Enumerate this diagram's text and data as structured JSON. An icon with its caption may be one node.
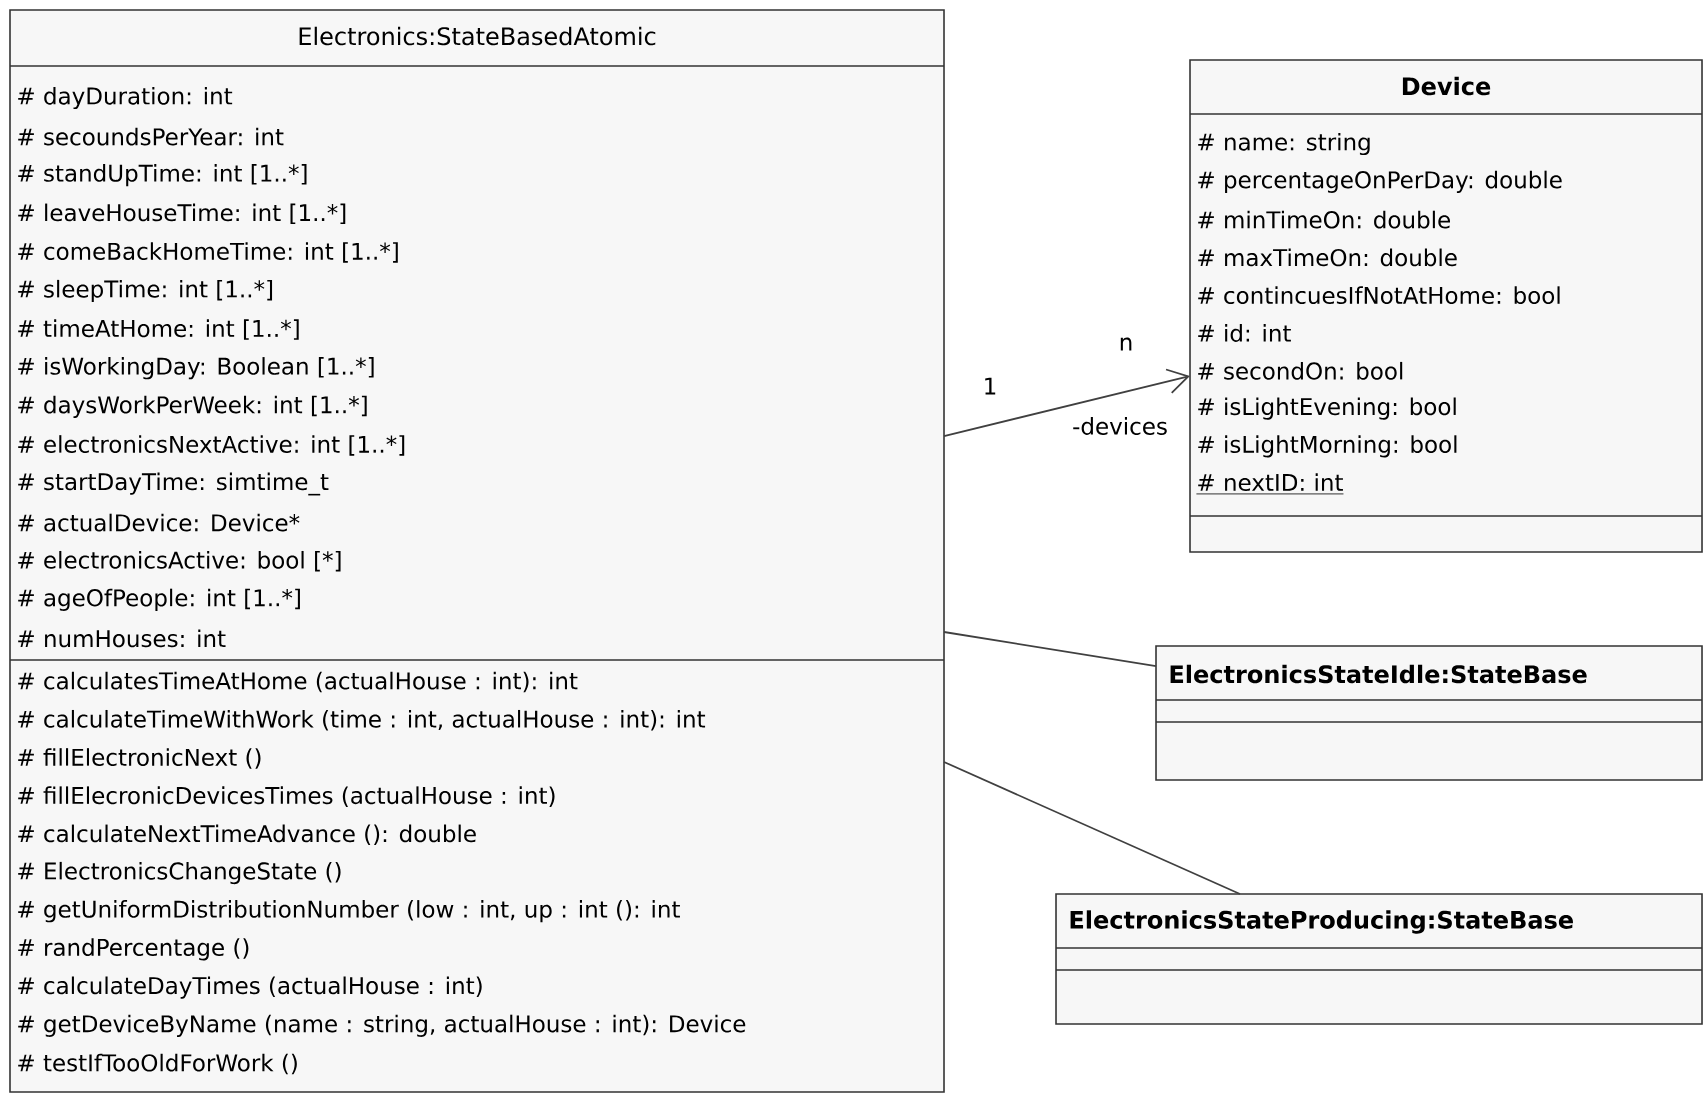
{
  "diagram": {
    "nodes": [
      {
        "text": [
          "Electronics:StateBasedAtomic",
          "# dayDuration: int",
          "# secoundsPerYear: int",
          "# standUpTime: int [1..*]",
          "# leaveHouseTime: int [1..*]",
          "# comeBackHomeTime: int [1..*]",
          "# sleepTime: int [1..*]",
          "# timeAtHome: int [1..*]",
          "# isWorkingDay: Boolean [1..*]",
          "# daysWorkPerWeek: int [1..*]",
          "# electronicsNextActive: int [1..*]",
          "# startDayTime: simtime_t",
          "# actualDevice: Device*",
          "# electronicsActive: bool [*]",
          "# ageOfPeople: int [1..*]",
          "# numHouses: int",
          "# calculatesTimeAtHome (actualHouse : int): int",
          "# calculateTimeWithWork (time : int, actualHouse : int): int",
          "# fillElectronicNext ()",
          "# fillElecronicDevicesTimes (actualHouse : int)",
          "# calculateNextTimeAdvance (): double",
          "# ElectronicsChangeState ()",
          "# getUniformDistributionNumber (low : int, up : int (): int",
          "# randPercentage ()",
          "# calculateDayTimes (actualHouse : int)",
          "# getDeviceByName (name : string, actualHouse : int): Device",
          "# testIfTooOldForWork ()"
        ]
      },
      {
        "text": [
          "Device",
          "# name: string",
          "# percentageOnPerDay: double",
          "# minTimeOn: double",
          "# maxTimeOn: double",
          "# contincuesIfNotAtHome: bool",
          "# id: int",
          "# secondOn: bool",
          "# isLightEvening: bool",
          "# isLightMorning: bool",
          "# nextID: int"
        ]
      },
      {
        "text": [
          "ElectronicsStateIdle:StateBase"
        ]
      },
      {
        "text": [
          "ElectronicsStateProducing:StateBase"
        ]
      }
    ],
    "edges": [
      {
        "from": 0,
        "to": 1,
        "arrow": "to",
        "label": "-devices"
      },
      {
        "from": 0,
        "to": 2,
        "arrow": "none"
      },
      {
        "from": 0,
        "to": 3,
        "arrow": "none"
      }
    ],
    "labels": [
      "1",
      "n"
    ]
  }
}
